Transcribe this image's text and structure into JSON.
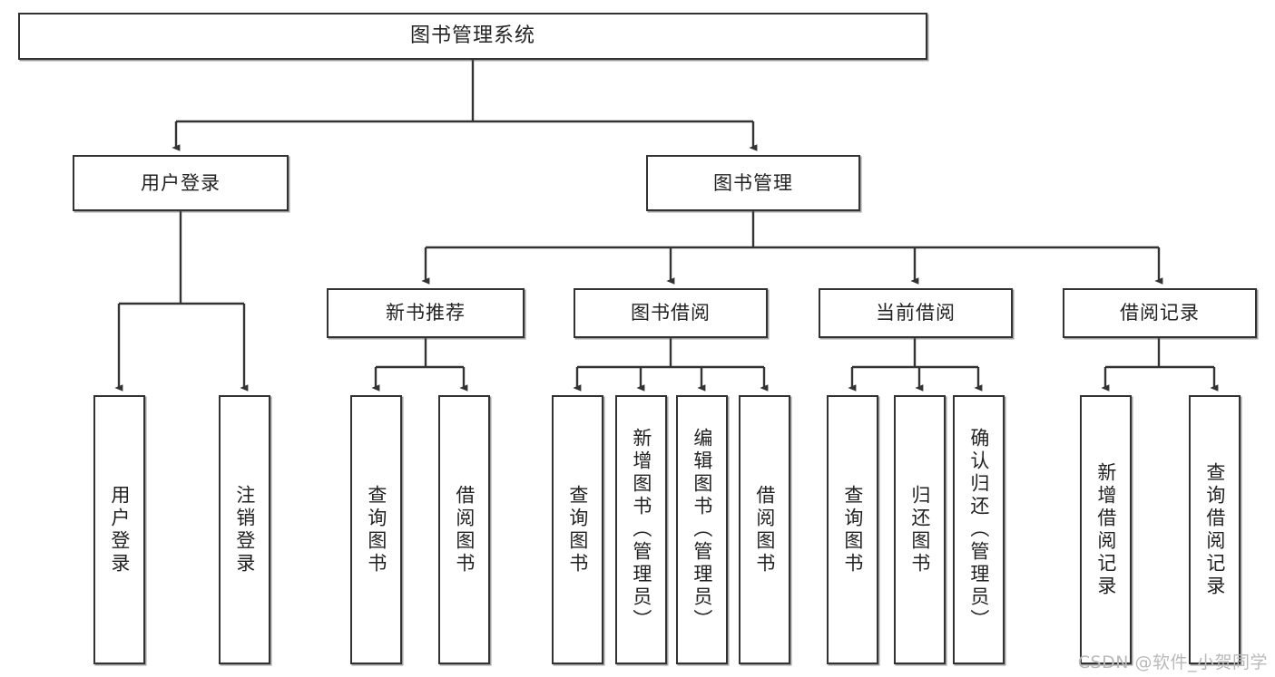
{
  "diagram": {
    "title": "图书管理系统",
    "type": "tree-hierarchy",
    "root": {
      "label": "图书管理系统"
    },
    "level2": [
      {
        "label": "用户登录"
      },
      {
        "label": "图书管理"
      }
    ],
    "level3": [
      {
        "label": "新书推荐"
      },
      {
        "label": "图书借阅"
      },
      {
        "label": "当前借阅"
      },
      {
        "label": "借阅记录"
      }
    ],
    "leaves": {
      "user_login": [
        {
          "label": "用户登录"
        },
        {
          "label": "注销登录"
        }
      ],
      "new_book_recommend": [
        {
          "label": "查询图书"
        },
        {
          "label": "借阅图书"
        }
      ],
      "book_borrow": [
        {
          "label": "查询图书"
        },
        {
          "label": "新增图书（管理员）"
        },
        {
          "label": "编辑图书（管理员）"
        },
        {
          "label": "借阅图书"
        }
      ],
      "current_borrow": [
        {
          "label": "查询图书"
        },
        {
          "label": "归还图书"
        },
        {
          "label": "确认归还（管理员）"
        }
      ],
      "borrow_record": [
        {
          "label": "新增借阅记录"
        },
        {
          "label": "查询借阅记录"
        }
      ]
    },
    "colors": {
      "border": "#333333",
      "text": "#222222",
      "background": "#ffffff",
      "connector": "#333333",
      "watermark": "#b9b9b9"
    }
  },
  "watermark": {
    "text": "CSDN @软件_小贺同学"
  }
}
